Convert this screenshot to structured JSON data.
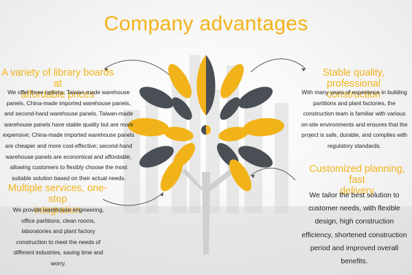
{
  "title": "Company advantages",
  "colors": {
    "accent": "#f2b31a",
    "dark": "#4a4e55",
    "text": "#222222",
    "trunk": "#cfcfcf"
  },
  "sections": {
    "left_top": {
      "heading_line1": "A variety of library boards at",
      "heading_line2": "affordable prices",
      "lines": [
        "We offer three options: Taiwan-made warehouse",
        "panels, China-made imported warehouse panels,",
        "and second-hand warehouse panels. Taiwan-made",
        "warehouse panels have stable quality but are more",
        "expensive; China-made imported warehouse panels",
        "are cheaper and more cost-effective; second-hand",
        "warehouse panels are economical and affordable,",
        "allowing customers to flexibly choose the most",
        "suitable solution based on their actual needs."
      ]
    },
    "left_bottom": {
      "heading_line1": "Multiple services, one-stop",
      "heading_line2": "integration",
      "lines": [
        "We provide warehouse engineering,",
        "office partitions, clean rooms,",
        "laboratories and plant factory",
        "construction to meet the needs of",
        "different industries, saving time and",
        "worry."
      ]
    },
    "right_top": {
      "heading_line1": "Stable quality, professional",
      "heading_line2": "construction",
      "lines": [
        "With many years of experience in building",
        "partitions and plant factories, the",
        "construction team is familiar with various",
        "on-site environments and ensures that the",
        "project is safe, durable, and complies with",
        "regulatory standards."
      ]
    },
    "right_bottom": {
      "heading_line1": "Customized planning, fast",
      "heading_line2": "delivery",
      "lines": [
        "We tailor the best solution to",
        "customer needs, with flexible",
        "design, high construction",
        "efficiency, shortened construction",
        "period and improved overall",
        "benefits."
      ]
    }
  }
}
